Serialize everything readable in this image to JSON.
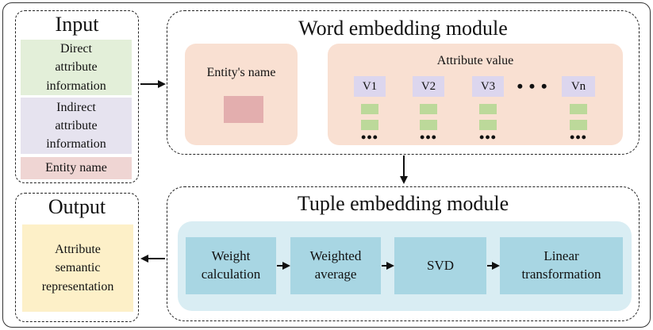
{
  "input": {
    "title": "Input",
    "items": [
      {
        "label": "Direct\nattribute\ninformation",
        "color": "#e3efd9"
      },
      {
        "label": "Indirect\nattribute\ninformation",
        "color": "#e6e3ef"
      },
      {
        "label": "Entity name",
        "color": "#efd5d3"
      }
    ]
  },
  "word_module": {
    "title": "Word embedding module",
    "entity_label": "Entity's name",
    "attribute_label": "Attribute value",
    "values": [
      "V1",
      "V2",
      "V3",
      "Vn"
    ],
    "ellipsis": "• • •",
    "more": "•••",
    "colors": {
      "panel": "#f9e0d2",
      "entity_swatch": "#e3aeae",
      "value_box": "#dcd6ee",
      "embedding": "#bcd99a"
    }
  },
  "tuple_module": {
    "title": "Tuple embedding module",
    "steps": [
      "Weight\ncalculation",
      "Weighted\naverage",
      "SVD",
      "Linear\ntransformation"
    ],
    "colors": {
      "panel": "#d9edf3",
      "step": "#a8d6e3"
    }
  },
  "output": {
    "title": "Output",
    "label": "Attribute\nsemantic\nrepresentation",
    "color": "#fdf0c8"
  }
}
